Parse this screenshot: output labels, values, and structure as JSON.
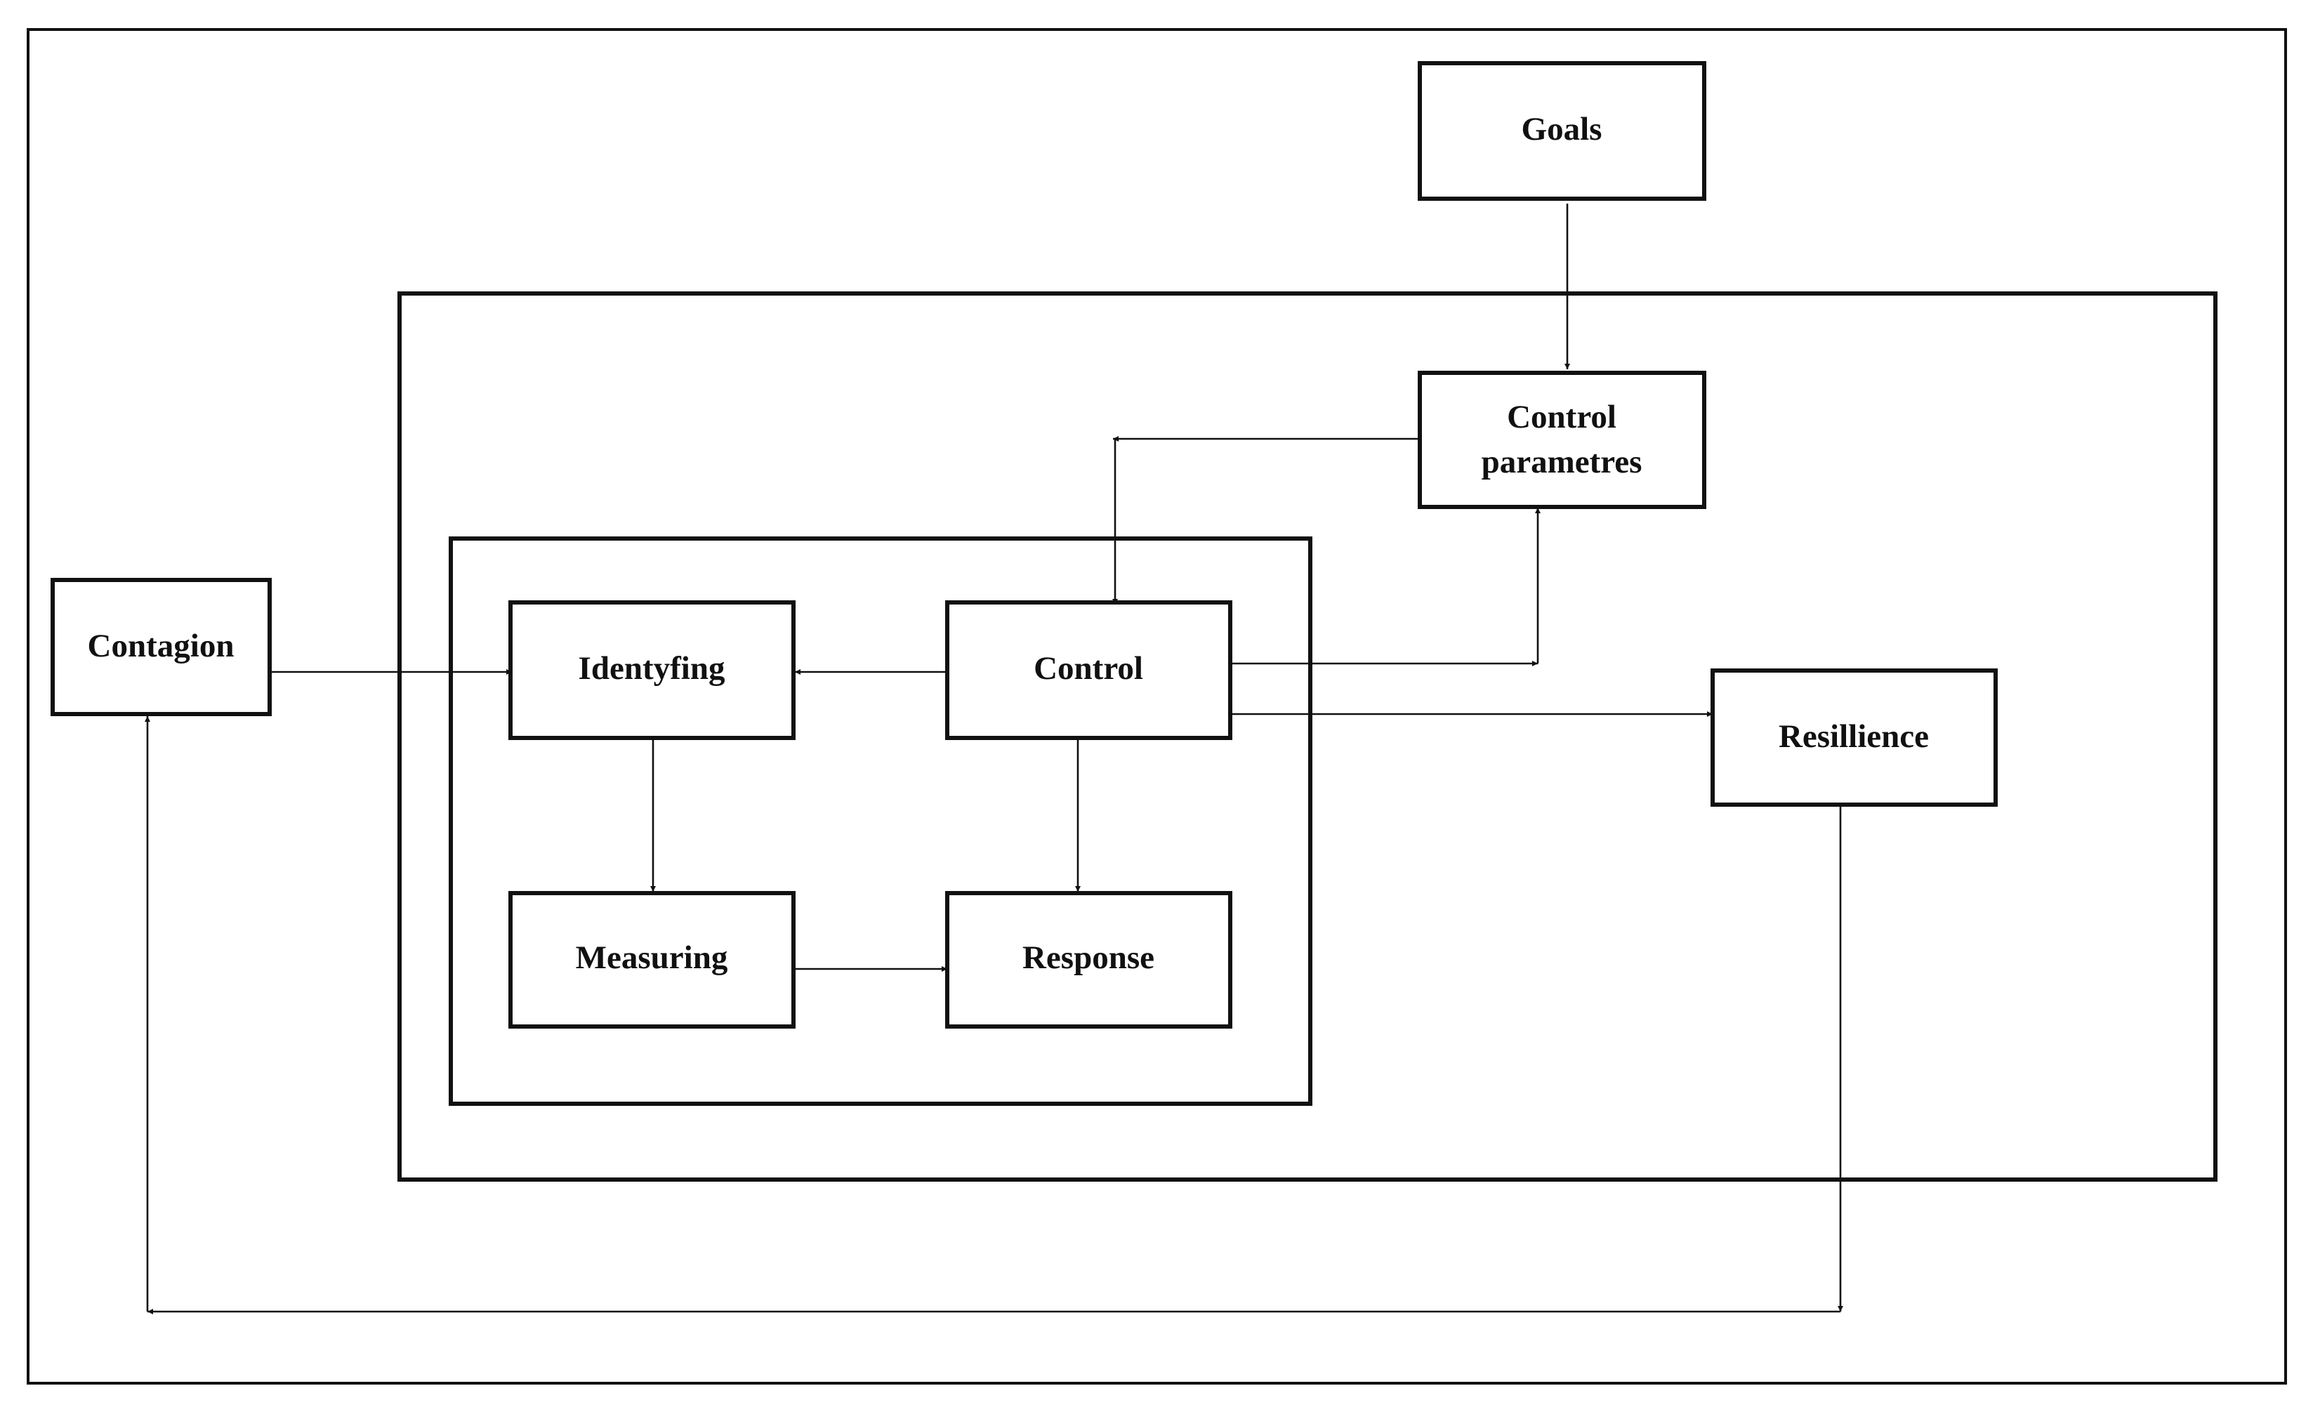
{
  "nodes": {
    "goals": "Goals",
    "control_parametres_line1": "Control",
    "control_parametres_line2": "parametres",
    "contagion": "Contagion",
    "identyfing": "Identyfing",
    "control": "Control",
    "measuring": "Measuring",
    "response": "Response",
    "resillience": "Resillience"
  },
  "edges": [
    {
      "from": "Goals",
      "to": "Control parametres"
    },
    {
      "from": "Control parametres",
      "to": "Control"
    },
    {
      "from": "Contagion",
      "to": "Identyfing"
    },
    {
      "from": "Control",
      "to": "Identyfing"
    },
    {
      "from": "Control",
      "to": "Control parametres"
    },
    {
      "from": "Control",
      "to": "Resillience"
    },
    {
      "from": "Identyfing",
      "to": "Measuring"
    },
    {
      "from": "Control",
      "to": "Response"
    },
    {
      "from": "Measuring",
      "to": "Response"
    },
    {
      "from": "Resillience",
      "to": "Contagion"
    }
  ]
}
